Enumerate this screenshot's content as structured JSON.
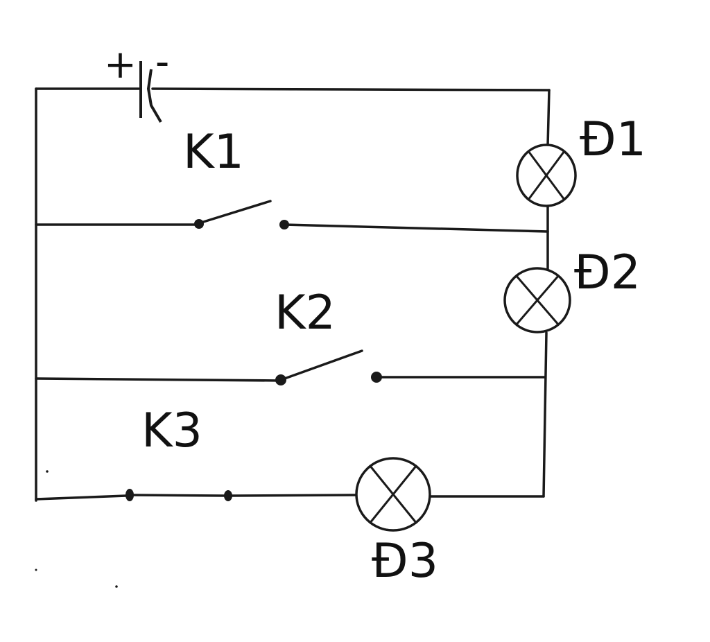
{
  "battery": {
    "plus_sign": "+",
    "minus_sign": "-"
  },
  "switches": {
    "k1": "K1",
    "k2": "K2",
    "k3": "K3"
  },
  "lamps": {
    "d1": "Đ1",
    "d2": "Đ2",
    "d3": "Đ3"
  },
  "colors": {
    "line": "#1a1a1a",
    "background": "#ffffff"
  }
}
